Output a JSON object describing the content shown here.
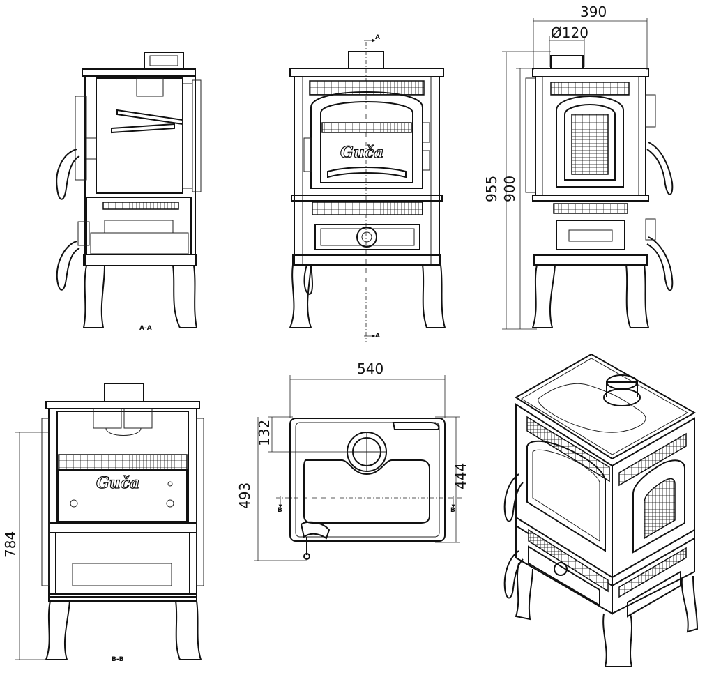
{
  "dimensions": {
    "width_390": "390",
    "flue_diameter": "Ø120",
    "height_955": "955",
    "height_900": "900",
    "width_540": "540",
    "depth_132": "132",
    "depth_493": "493",
    "depth_444": "444",
    "height_784": "784"
  },
  "section_labels": {
    "a_top": "A",
    "a_bottom": "A",
    "aa_view": "A-A",
    "b_left": "B",
    "b_right": "B",
    "bb_view": "B-B"
  },
  "brand": {
    "front": "Guča",
    "section": "Guča"
  }
}
